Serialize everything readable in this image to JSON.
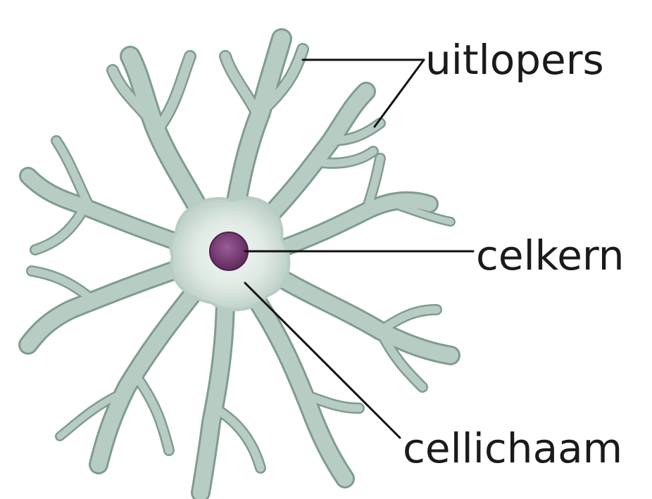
{
  "labels": {
    "processes": "uitlopers",
    "nucleus": "celkern",
    "cell_body": "cellichaam"
  },
  "colors": {
    "cell_fill": "#b7ccc3",
    "cell_outline": "#7f9c91",
    "cell_center": "#edf3f0",
    "nucleus": "#7a3e76",
    "leader_line": "#111111"
  }
}
